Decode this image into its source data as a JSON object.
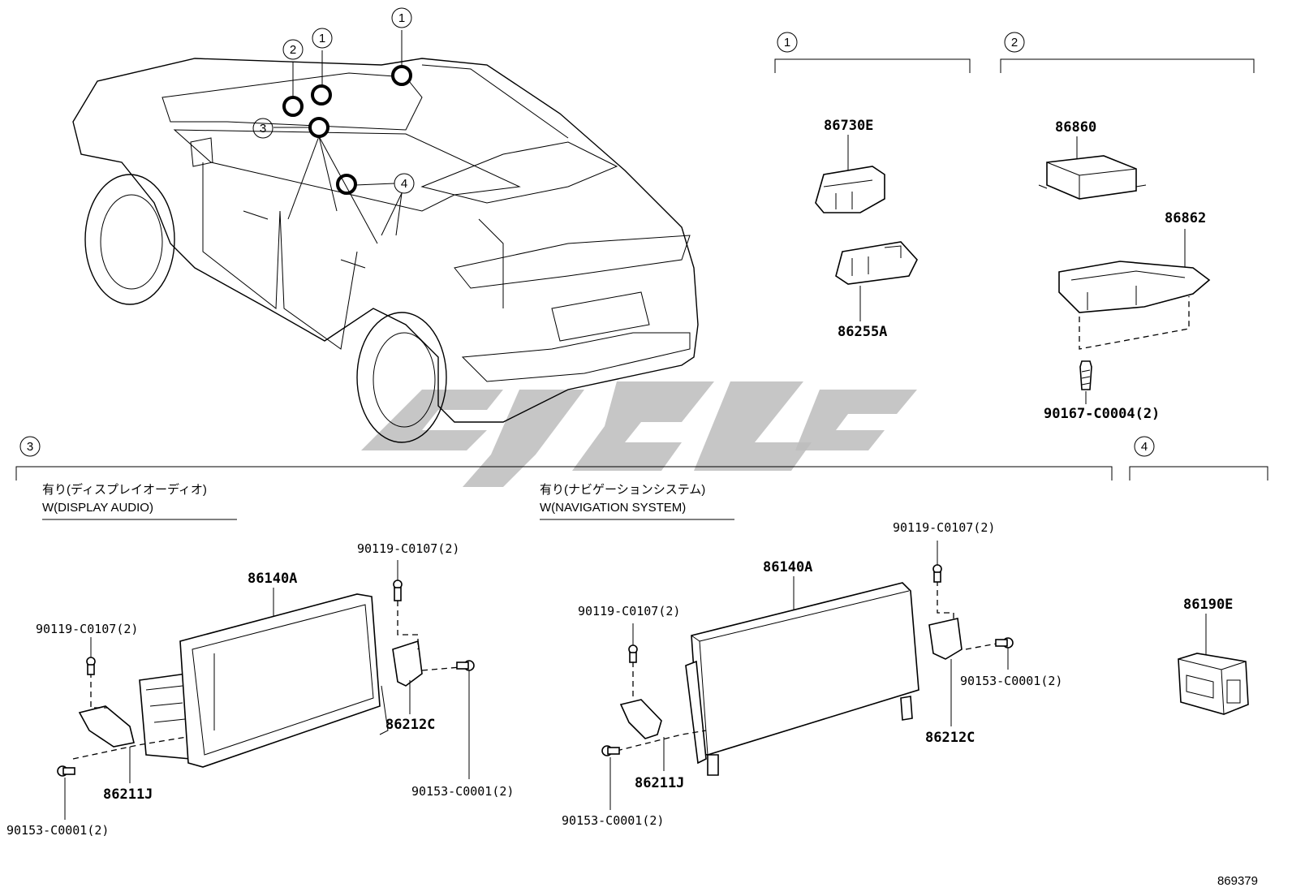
{
  "callouts": {
    "c1": "1",
    "c2": "2",
    "c3": "3",
    "c4": "4"
  },
  "sections": {
    "s1": {
      "parts": {
        "a": "86730E",
        "b": "86255A"
      }
    },
    "s2": {
      "parts": {
        "a": "86860",
        "b": "86862",
        "c": "90167-C0004(2)"
      }
    },
    "s3": {
      "left": {
        "caption_jp": "有り(ディスプレイオーディオ)",
        "caption_en": "W(DISPLAY AUDIO)",
        "parts": {
          "screen": "86140A",
          "screw_top": "90119-C0107(2)",
          "screw_left": "90119-C0107(2)",
          "bracket_r": "86212C",
          "bracket_l": "86211J",
          "bolt_r": "90153-C0001(2)",
          "bolt_l": "90153-C0001(2)"
        }
      },
      "right": {
        "caption_jp": "有り(ナビゲーションシステム)",
        "caption_en": "W(NAVIGATION SYSTEM)",
        "parts": {
          "screen": "86140A",
          "screw_top": "90119-C0107(2)",
          "screw_left": "90119-C0107(2)",
          "bracket_r": "86212C",
          "bracket_l": "86211J",
          "bolt_r": "90153-C0001(2)",
          "bolt_l": "90153-C0001(2)"
        }
      }
    },
    "s4": {
      "parts": {
        "a": "86190E"
      }
    }
  },
  "diagram_id": "869379",
  "watermark": {
    "color": "#bcbcbc"
  }
}
